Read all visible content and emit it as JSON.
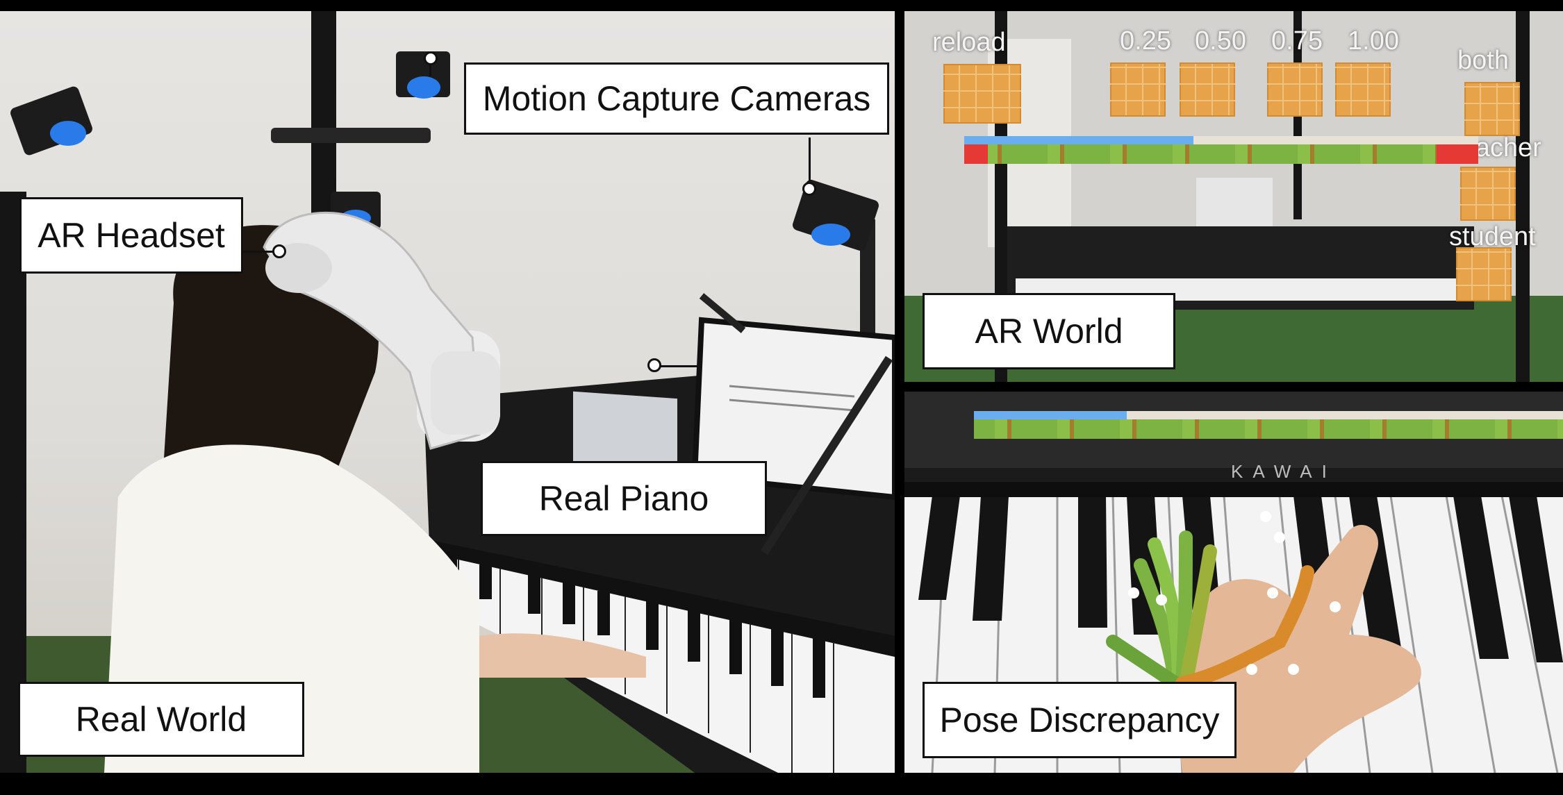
{
  "labels": {
    "real_world": "Real World",
    "ar_headset": "AR Headset",
    "motion_capture": "Motion Capture Cameras",
    "real_piano": "Real Piano",
    "ar_world": "AR World",
    "pose_discrepancy": "Pose Discrepancy"
  },
  "ar_ui": {
    "reload": "reload",
    "speeds": [
      "0.25",
      "0.50",
      "0.75",
      "1.00"
    ],
    "both": "both",
    "teacher": "teacher",
    "student": "student"
  },
  "piano_brand": "KAWAI",
  "colors": {
    "cube": "#e6a34a",
    "progress_played": "#6aaef0",
    "progress_remaining": "#e8e2d6",
    "discrepancy_good": "#7cb342",
    "discrepancy_bad": "#e53935"
  }
}
